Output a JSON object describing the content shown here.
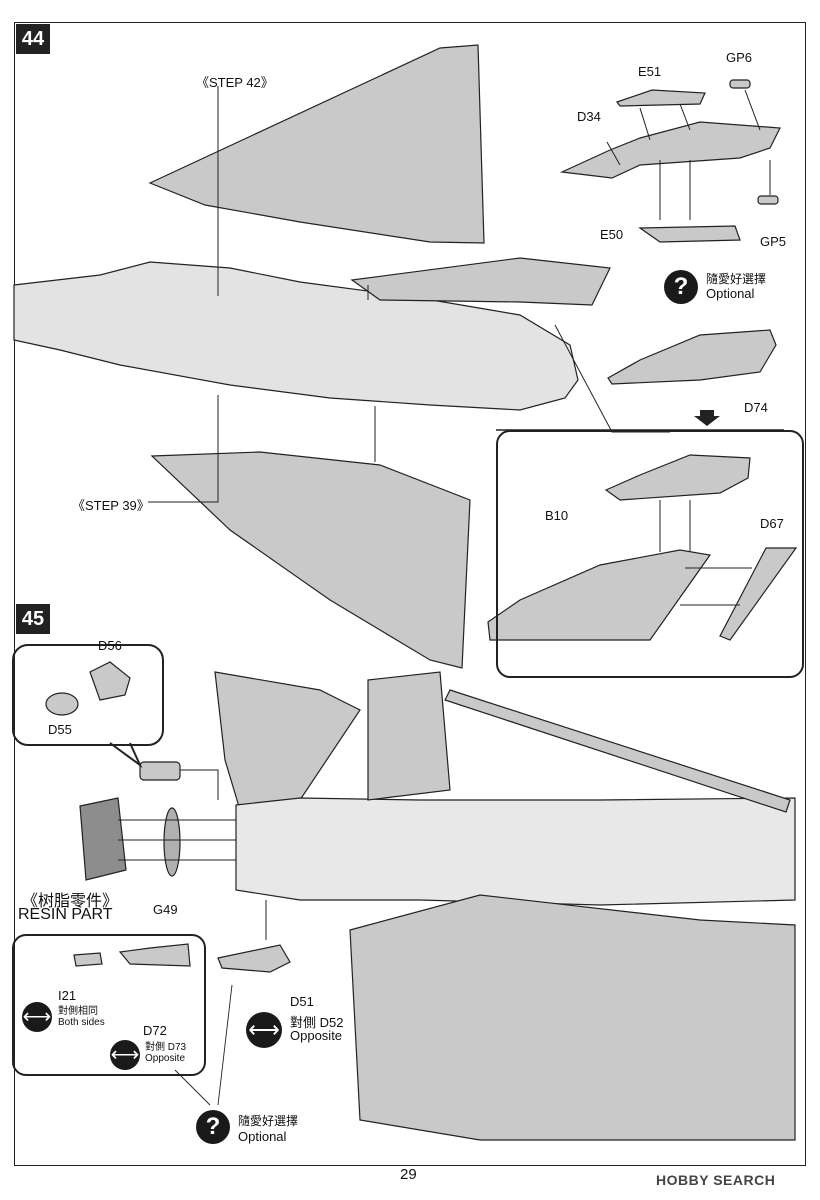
{
  "steps": {
    "step44": "44",
    "step45": "45"
  },
  "step44_labels": {
    "ref_step42": "《STEP 42》",
    "ref_step39": "《STEP 39》",
    "e51": "E51",
    "gp6": "GP6",
    "d34": "D34",
    "e50": "E50",
    "gp5": "GP5",
    "optional_cn": "隨愛好選擇",
    "optional_en": "Optional",
    "d74": "D74",
    "b10": "B10",
    "d67": "D67"
  },
  "step45_labels": {
    "d56": "D56",
    "d55": "D55",
    "resin_cn": "《树脂零件》",
    "resin_en": "RESIN PART",
    "g49": "G49",
    "i21": "I21",
    "same_cn": "對側相同",
    "same_en": "Both sides",
    "d72": "D72",
    "opp_d73_cn": "對側 D73",
    "opp_en_small": "Opposite",
    "d51": "D51",
    "opp_d52_cn": "對側 D52",
    "opp_en": "Opposite",
    "optional_cn": "隨愛好選擇",
    "optional_en": "Optional"
  },
  "icons": {
    "question": "?",
    "swap": "⟷"
  },
  "footer": {
    "page_number": "29",
    "watermark": "HOBBY SEARCH"
  }
}
